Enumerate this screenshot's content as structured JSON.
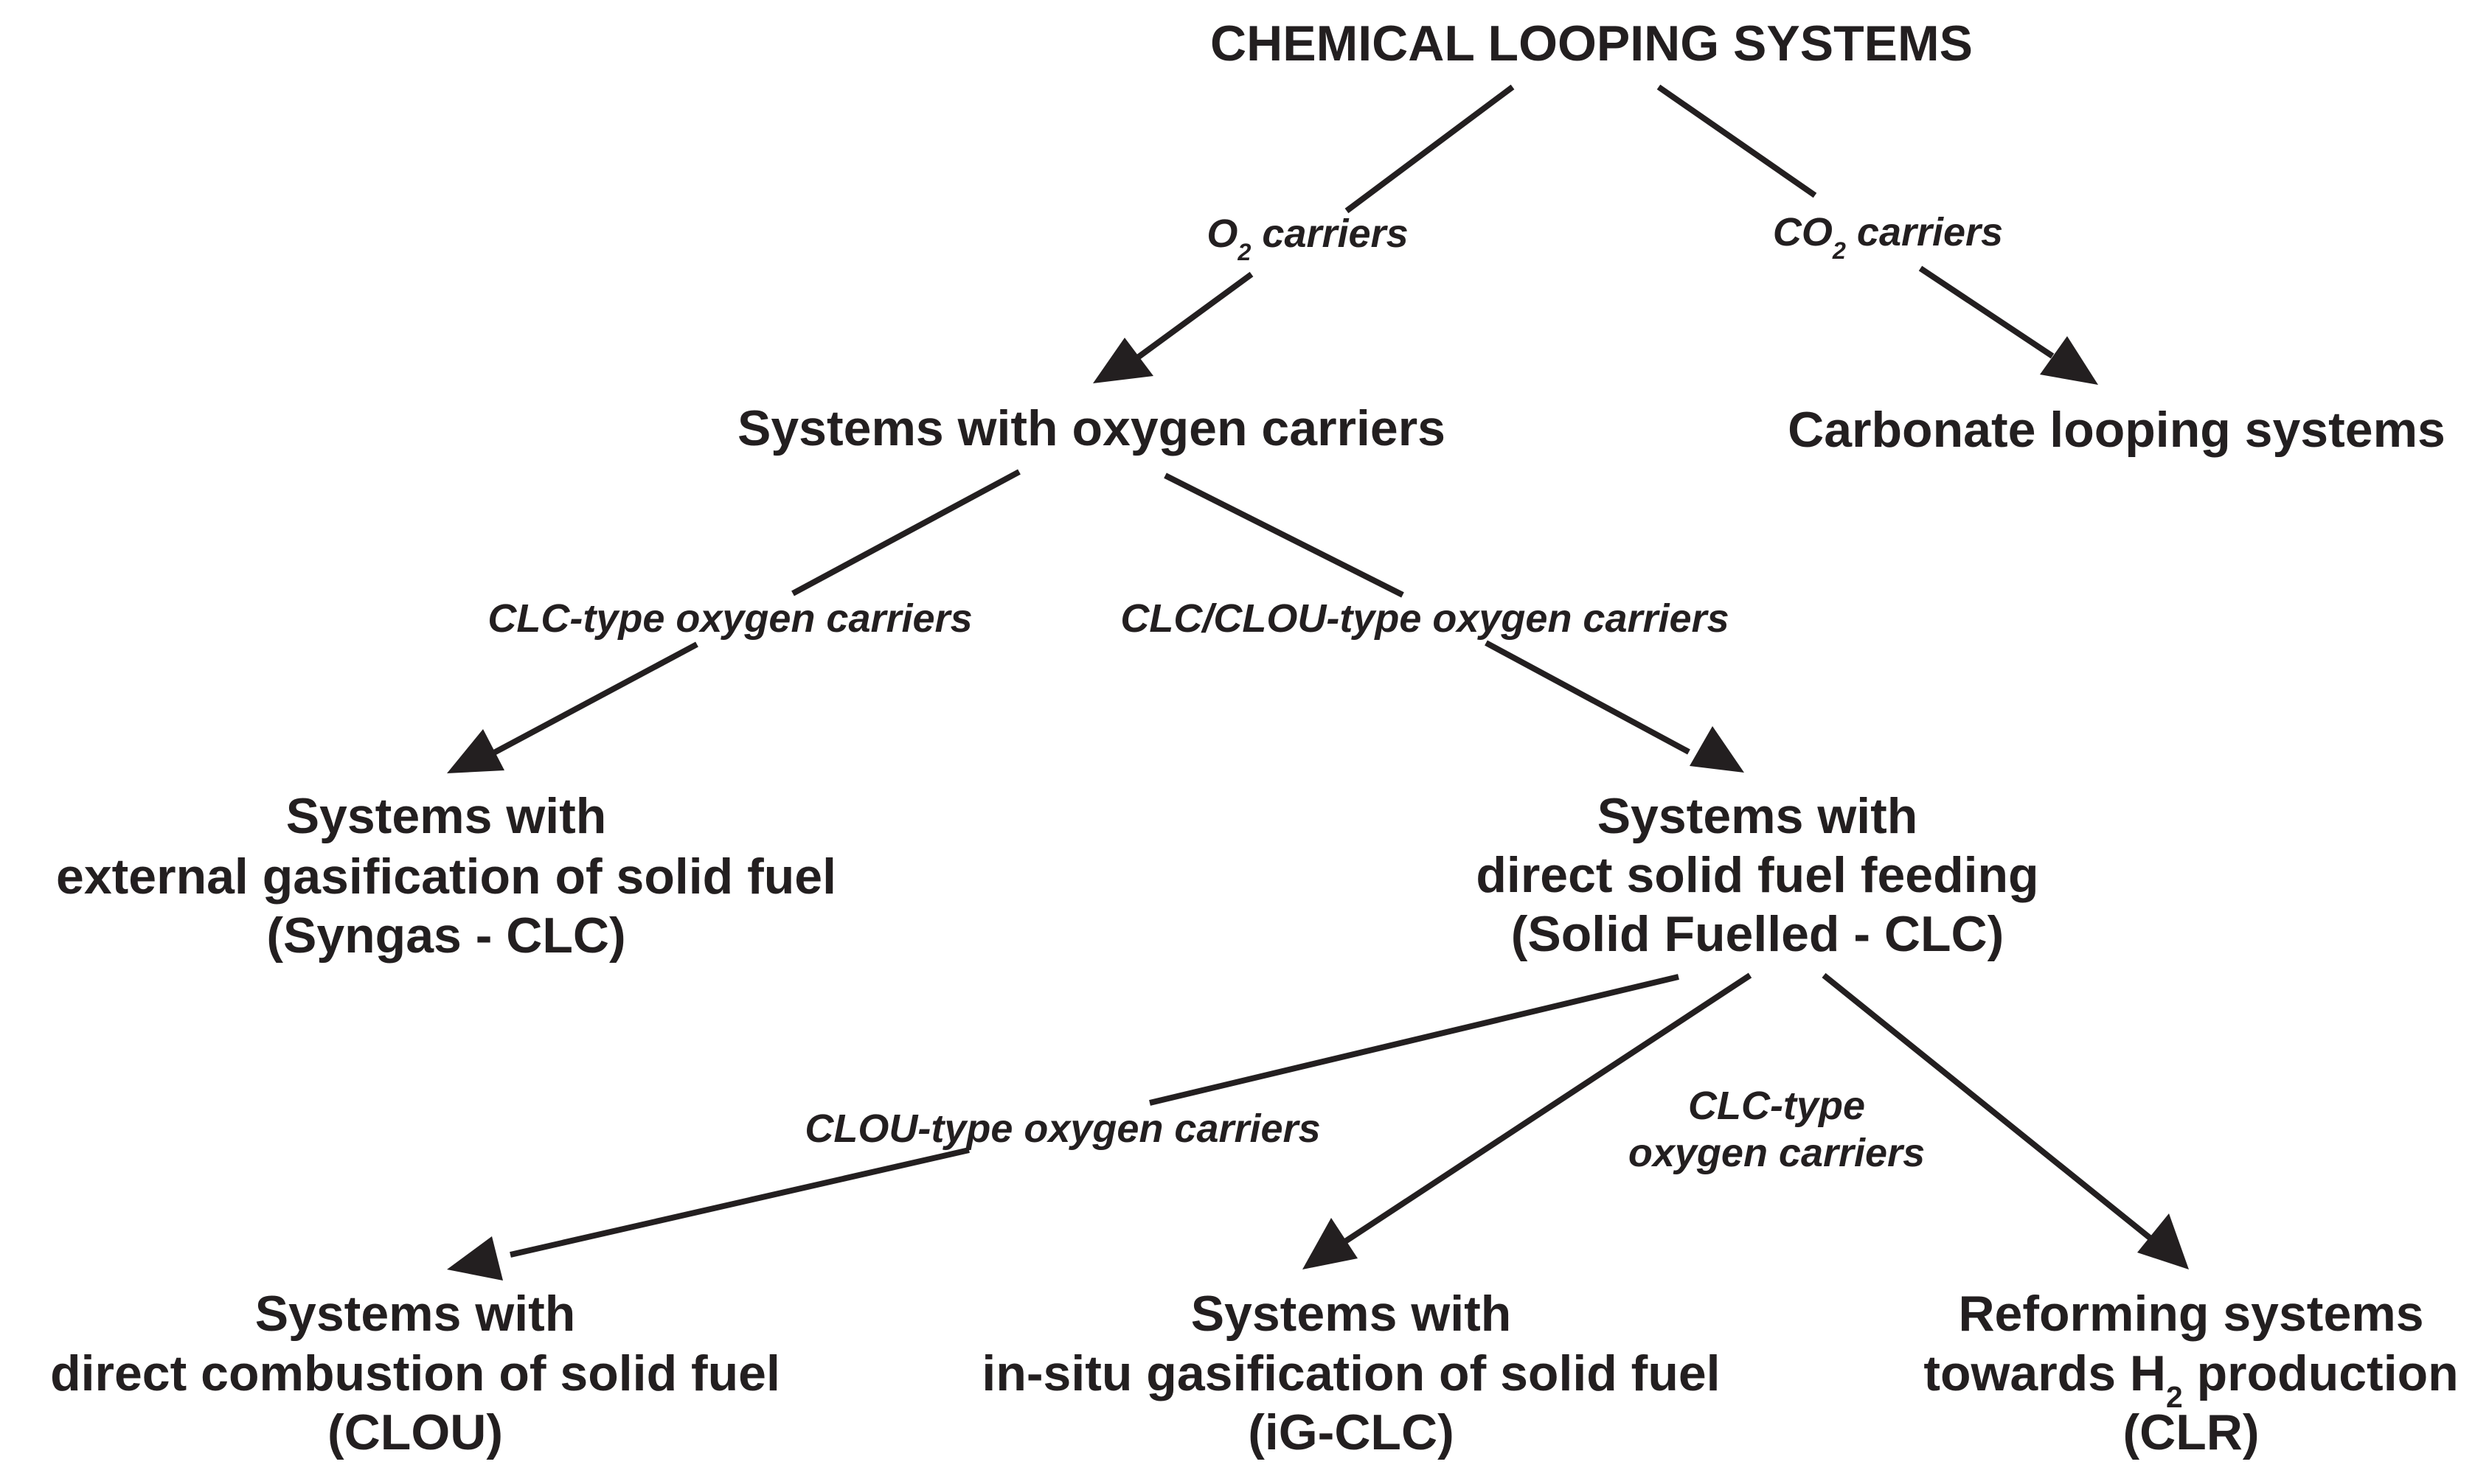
{
  "diagram": {
    "title": "CHEMICAL LOOPING SYSTEMS",
    "nodes": {
      "oxygen_systems": "Systems with oxygen carriers",
      "carbonate_systems": "Carbonate looping systems",
      "external_gasification": {
        "line1": "Systems with",
        "line2": "external gasification of solid fuel",
        "line3": "(Syngas - CLC)"
      },
      "direct_feeding": {
        "line1": "Systems with",
        "line2": "direct solid fuel feeding",
        "line3": "(Solid Fuelled - CLC)"
      },
      "direct_combustion": {
        "line1": "Systems with",
        "line2": "direct combustion of solid fuel",
        "line3": "(CLOU)"
      },
      "insitu_gasification": {
        "line1": "Systems with",
        "line2": "in-situ gasification of solid fuel",
        "line3": "(iG-CLC)"
      },
      "reforming": {
        "line1": "Reforming systems",
        "line2_pre": "towards H",
        "line2_sub": "2",
        "line2_post": " production",
        "line3": "(CLR)"
      }
    },
    "edges": {
      "o2_carriers": {
        "pre": "O",
        "sub": "2",
        "post": " carriers"
      },
      "co2_carriers": {
        "pre": "CO",
        "sub": "2",
        "post": " carriers"
      },
      "clc_type": "CLC-type oxygen carriers",
      "clc_clou_type": "CLC/CLOU-type oxygen carriers",
      "clou_type": "CLOU-type oxygen carriers",
      "clc_type_split": {
        "line1": "CLC-type",
        "line2": "oxygen carriers"
      }
    }
  }
}
